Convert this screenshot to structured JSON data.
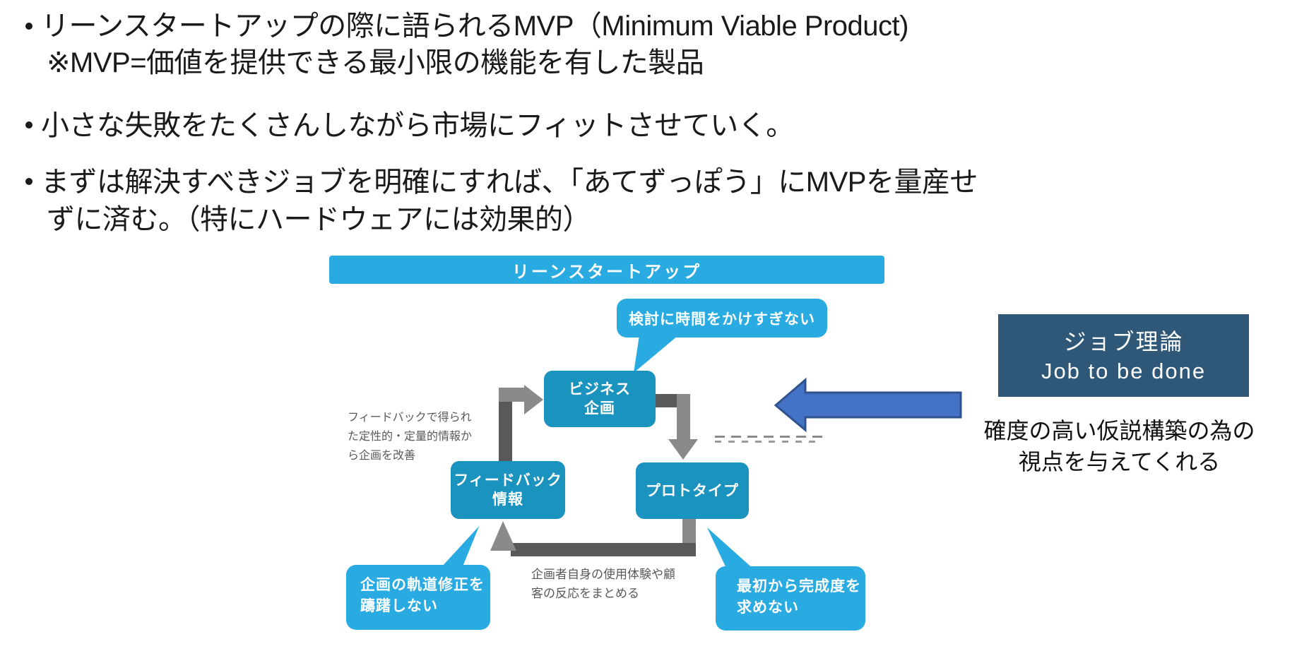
{
  "bullet_glyph": "•",
  "bullets": [
    {
      "lines": [
        "リーンスタートアップの際に語られるMVP（Minimum Viable Product)",
        "※MVP=価値を提供できる最小限の機能を有した製品"
      ]
    },
    {
      "lines": [
        "小さな失敗をたくさんしながら市場にフィットさせていく。"
      ]
    },
    {
      "lines": [
        "まずは解決すべきジョブを明確にすれば、「あてずっぽう」にMVPを量産せ",
        "ずに済む。（特にハードウェアには効果的）"
      ]
    }
  ],
  "diagram": {
    "title": "リーンスタートアップ",
    "callout_top": {
      "text": "検討に時間をかけすぎない"
    },
    "node_business": {
      "line1": "ビジネス",
      "line2": "企画"
    },
    "node_feedback": {
      "line1": "フィードバック",
      "line2": "情報"
    },
    "node_prototype": {
      "line1": "プロトタイプ"
    },
    "note_left": {
      "line1": "フィードバックで得られ",
      "line2": "た定性的・定量的情報か",
      "line3": "ら企画を改善"
    },
    "note_bottom": {
      "line1": "企画者自身の使用体験や顧",
      "line2": "客の反応をまとめる"
    },
    "callout_bottom_left": {
      "line1": "企画の軌道修正を",
      "line2": "躊躇しない"
    },
    "callout_bottom_right": {
      "line1": "最初から完成度を",
      "line2": "求めない"
    }
  },
  "job_theory": {
    "box_line1": "ジョブ理論",
    "box_line2": "Job to be done",
    "caption_line1": "確度の高い仮説構築の為の",
    "caption_line2": "視点を与えてくれる"
  },
  "colors": {
    "callout_cyan": "#29ABE2",
    "node_teal": "#1B93BF",
    "navy_box": "#2F5878",
    "blue_arrow_fill": "#4472C4",
    "blue_arrow_border": "#2F528F",
    "arrow_gray_dark": "#595959",
    "arrow_gray_light": "#8A8A8A",
    "note_gray": "#595959",
    "text_black": "#1A1A1A"
  }
}
